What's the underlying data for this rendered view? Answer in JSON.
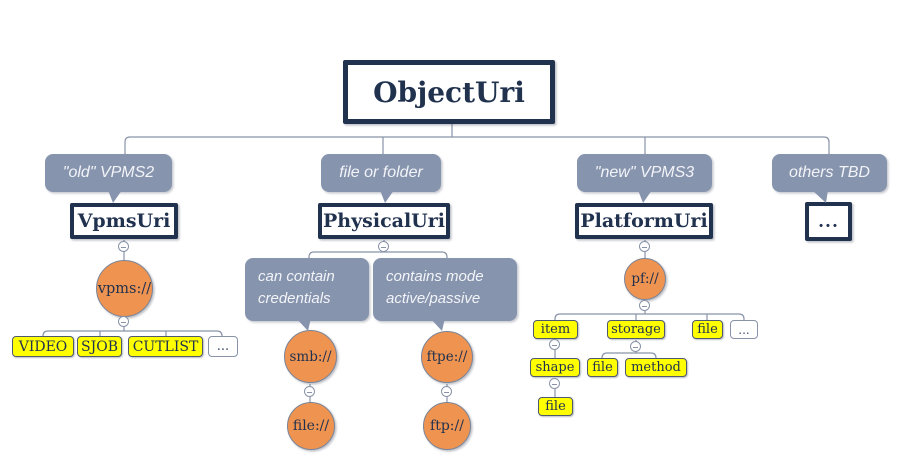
{
  "colors": {
    "navy": "#21324F",
    "slate": "#8794AE",
    "orange": "#EF9350",
    "yellow": "#FFFF00",
    "line": "#8893A8"
  },
  "root": {
    "label": "ObjectUri"
  },
  "branches": [
    {
      "callout": "\"old\" VPMS2",
      "box": "VpmsUri",
      "scheme": "vpms://",
      "leaves": [
        "VIDEO",
        "SJOB",
        "CUTLIST",
        "..."
      ]
    },
    {
      "callout": "file or folder",
      "box": "PhysicalUri",
      "groups": [
        {
          "note": "can contain credentials",
          "scheme": "smb://",
          "child_scheme": "file://"
        },
        {
          "note": "contains mode active/passive",
          "scheme": "ftpe://",
          "child_scheme": "ftp://"
        }
      ]
    },
    {
      "callout": "\"new\" VPMS3",
      "box": "PlatformUri",
      "scheme": "pf://",
      "leaves": [
        "item",
        "storage",
        "file",
        "..."
      ],
      "item_children": [
        "shape"
      ],
      "shape_children": [
        "file"
      ],
      "storage_children": [
        "file",
        "method"
      ]
    },
    {
      "callout": "others TBD",
      "box": "..."
    }
  ]
}
